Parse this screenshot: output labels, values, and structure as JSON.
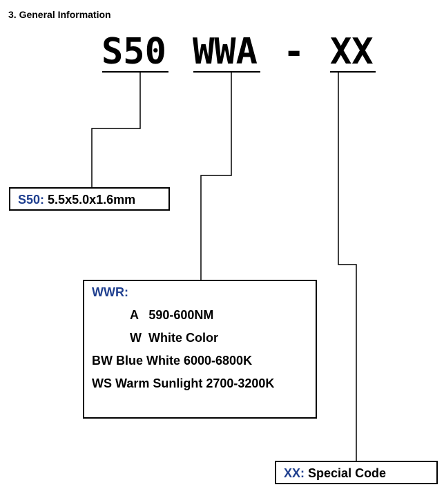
{
  "section_title": "3. General Information",
  "part_number": {
    "segment_1": "S50",
    "segment_2": "WWA",
    "separator": "-",
    "segment_3": "XX"
  },
  "box_size": {
    "key": "S50:",
    "value": "5.5x5.0x1.6mm"
  },
  "box_color": {
    "key": "WWR:",
    "lines": [
      "A   590-600NM",
      "W  White Color",
      "BW Blue White 6000-6800K",
      "WS Warm Sunlight 2700-3200K"
    ]
  },
  "box_code": {
    "key": "XX:",
    "value": "Special Code"
  },
  "colors": {
    "key_blue": "#1f3f8f",
    "line": "#000000"
  }
}
